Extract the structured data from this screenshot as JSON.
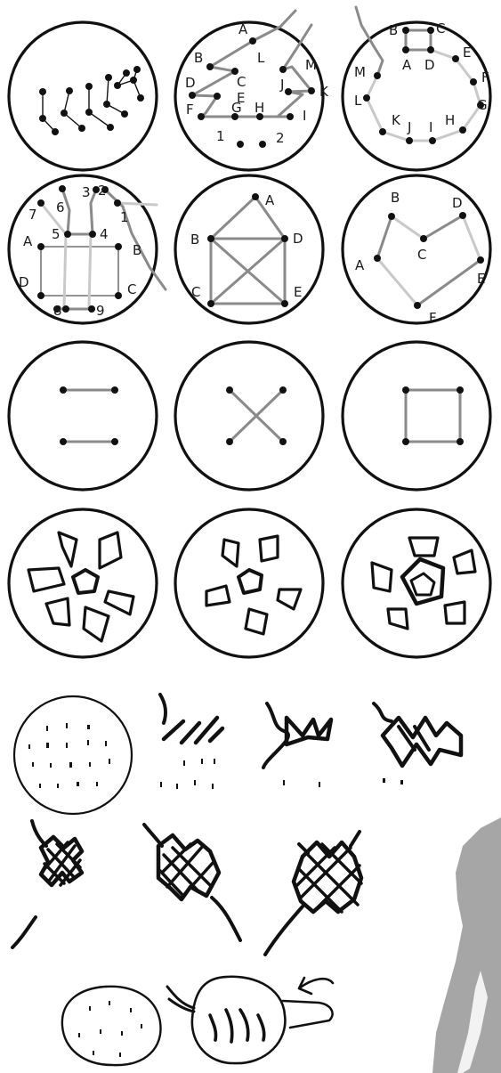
{
  "row1": {
    "panel2_labels": [
      "A",
      "B",
      "C",
      "L",
      "M",
      "D",
      "E",
      "J",
      "K",
      "F",
      "G",
      "H",
      "I",
      "1",
      "2"
    ],
    "panel3_labels": [
      "B",
      "C",
      "A",
      "D",
      "E",
      "M",
      "F",
      "L",
      "G",
      "H",
      "K",
      "J",
      "I"
    ]
  },
  "row2": {
    "panel1_labels": [
      "7",
      "6",
      "3",
      "2",
      "1",
      "5",
      "4",
      "A",
      "B",
      "D",
      "C",
      "8",
      "9"
    ],
    "panel2_labels": [
      "A",
      "B",
      "D",
      "C",
      "E"
    ],
    "panel3_labels": [
      "B",
      "D",
      "A",
      "C",
      "E",
      "F"
    ]
  },
  "colors": {
    "ink": "#111111",
    "thread_gray": "#8a8a8a",
    "thread_light": "#c9c9c9",
    "silhouette": "#a6a6a6"
  }
}
